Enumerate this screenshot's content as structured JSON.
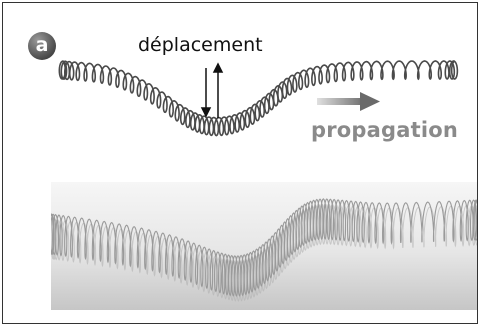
{
  "badge": "a",
  "labels": {
    "displacement": "déplacement",
    "propagation": "propagation"
  },
  "colors": {
    "spring_top": "#4a4a4a",
    "spring_photo": "#9c9c9c",
    "photo_bg_light": "#f4f4f4",
    "photo_bg_dark": "#c8c8c8",
    "arrow_gradient_start": "#d8d8d8",
    "arrow_gradient_end": "#777777"
  }
}
